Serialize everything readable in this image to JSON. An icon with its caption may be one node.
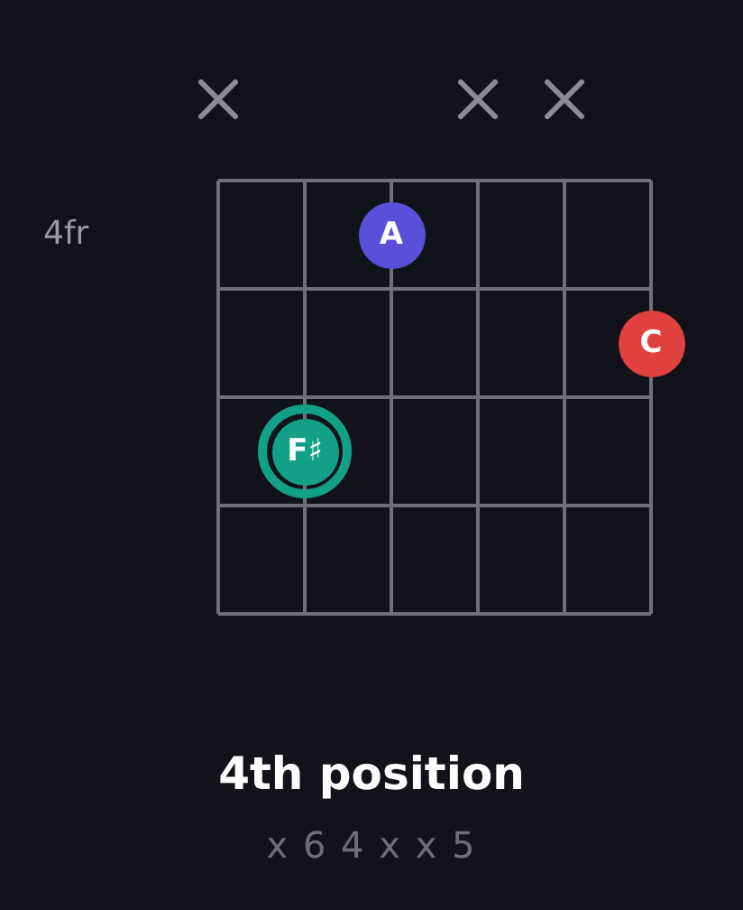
{
  "diagram": {
    "title": "4th position",
    "caption": "x 6 4 x x 5",
    "nodes": [
      {
        "text": [
          "A"
        ]
      },
      {
        "text": [
          "C"
        ]
      },
      {
        "text": [
          "F♯"
        ]
      }
    ],
    "labels": [
      "4fr"
    ]
  }
}
